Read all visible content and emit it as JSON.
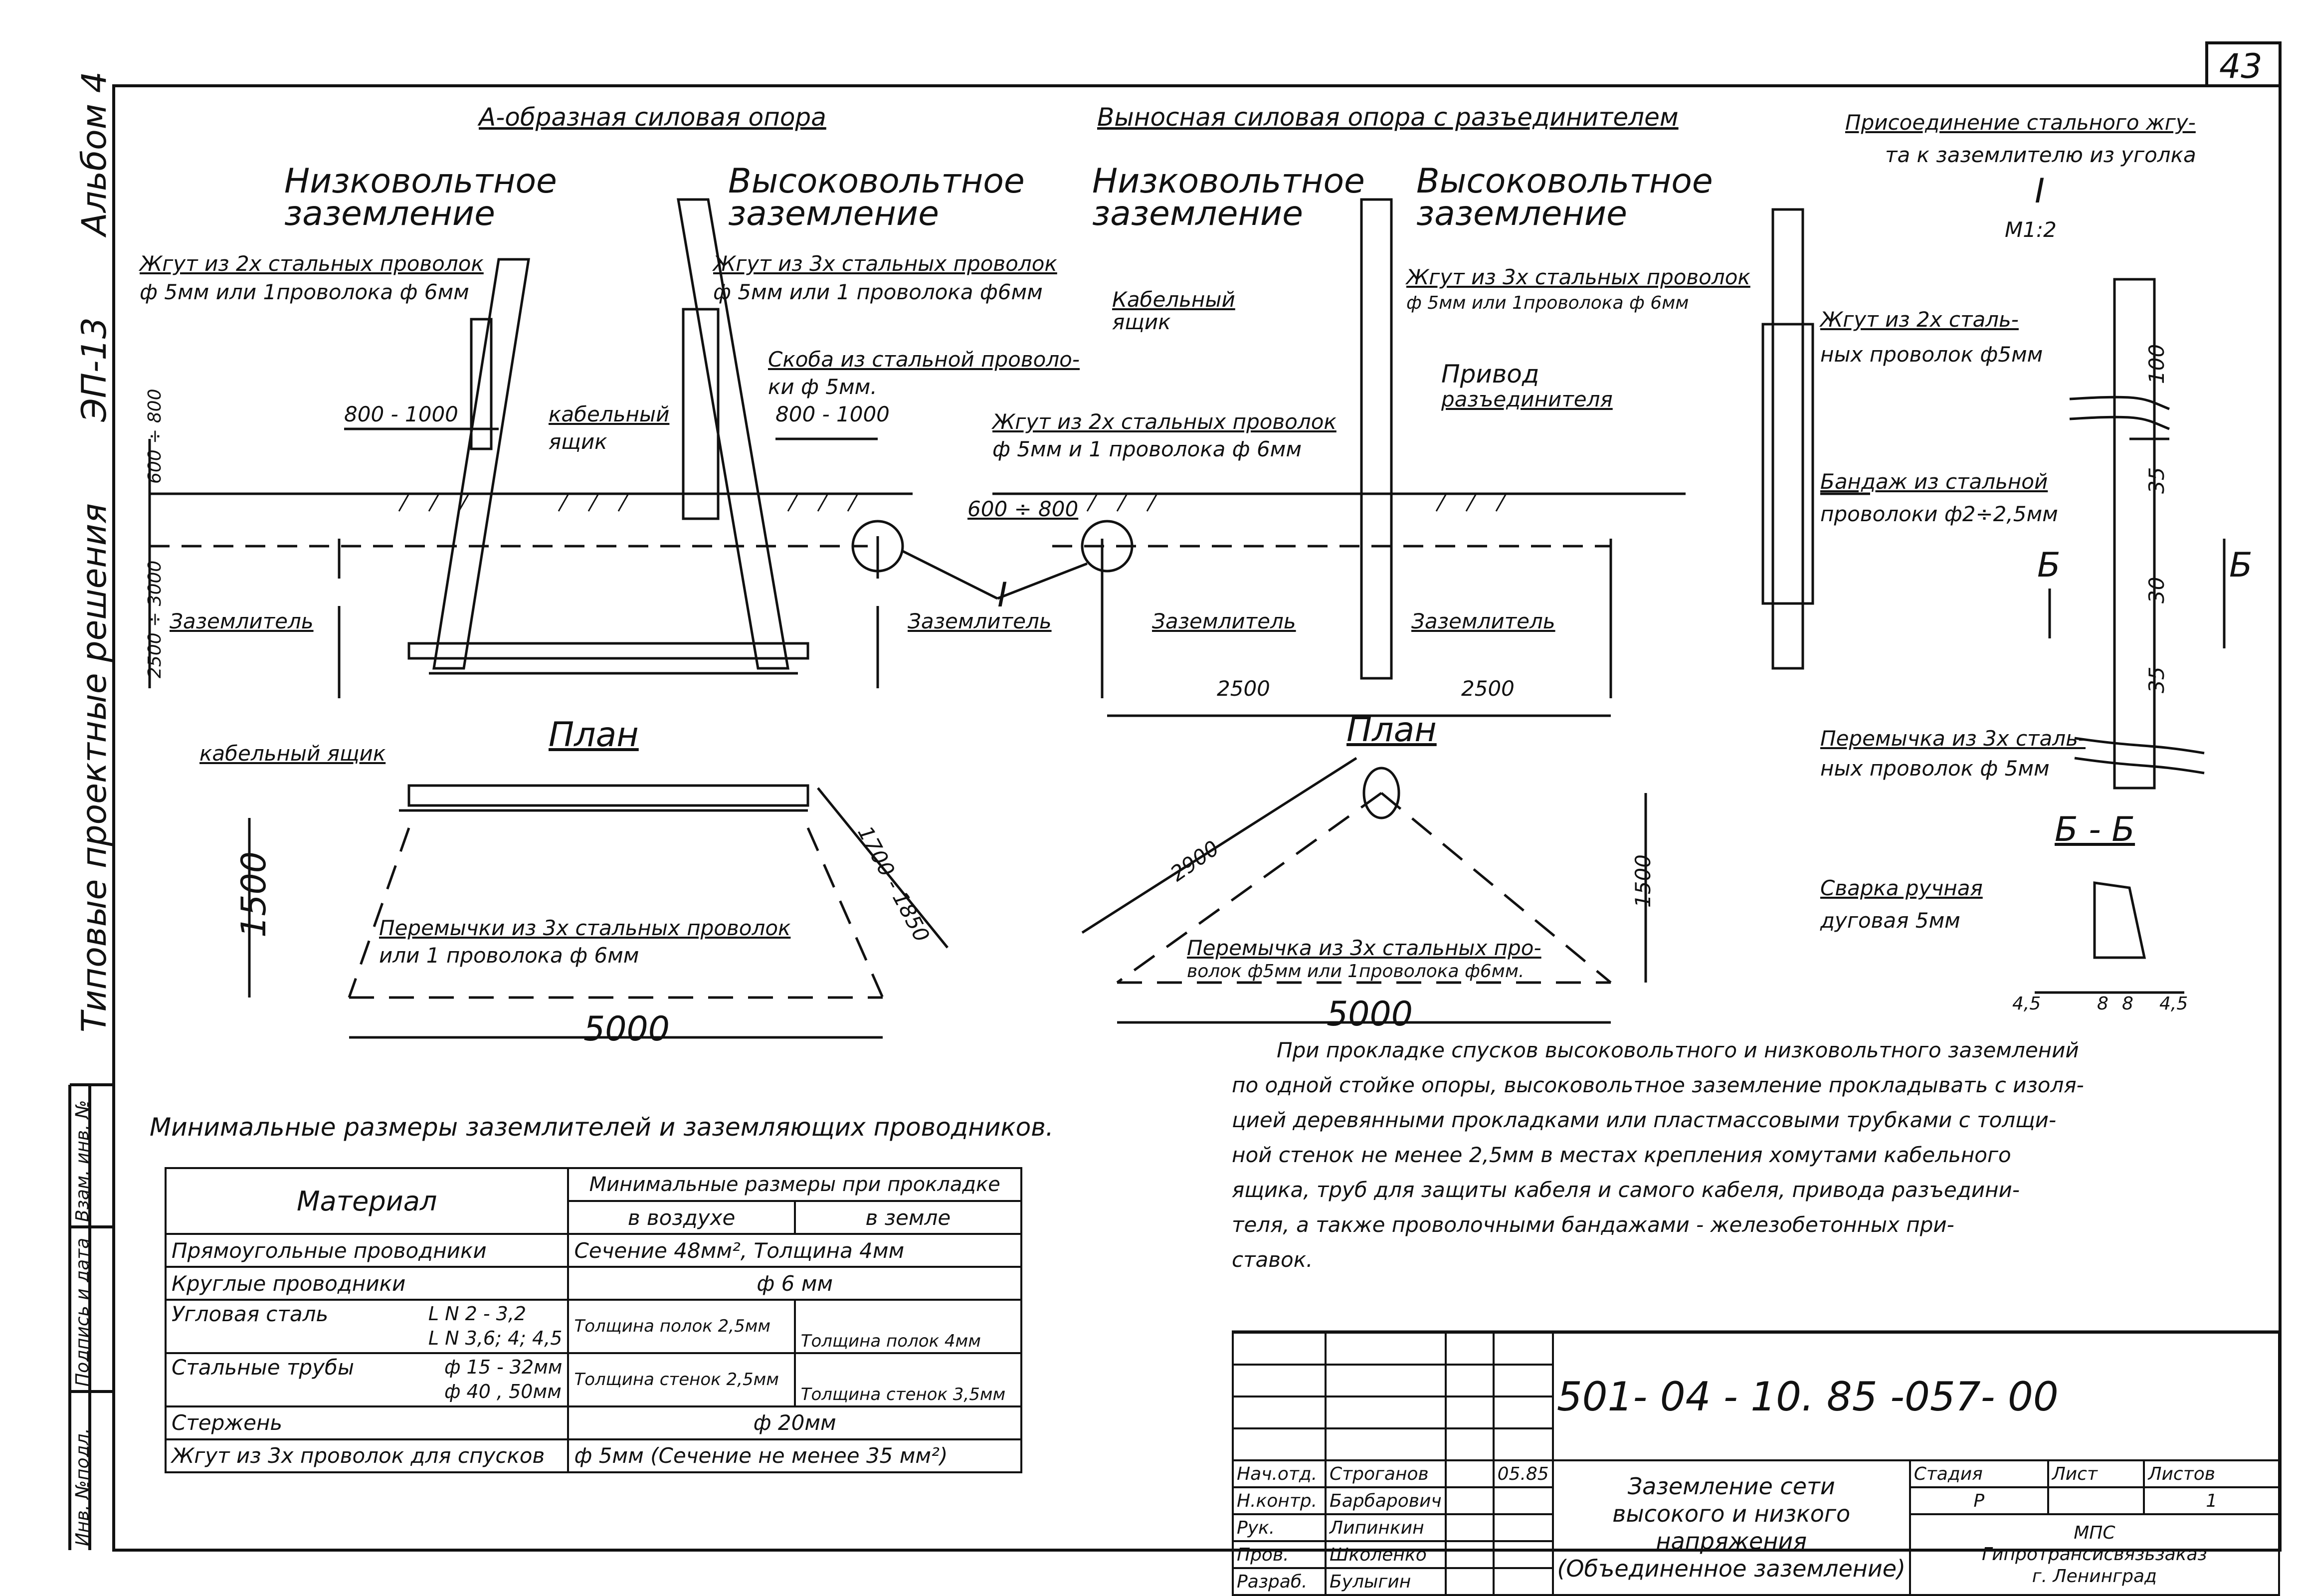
{
  "sheet_number": "43",
  "side_title": {
    "text1": "Типовые проектные решения",
    "text2": "ЭП-13",
    "text3": "Альбом 4"
  },
  "side_stamp": [
    "Инв. №подл.",
    "Подпись и дата",
    "Взам. инв. №"
  ],
  "left_section": {
    "title": "А-образная силовая опора",
    "low_voltage": [
      "Низковольтное",
      "заземление"
    ],
    "high_voltage": [
      "Высоковольтное",
      "заземление"
    ],
    "wire_2": [
      "Жгут из 2х стальных проволок",
      "ф 5мм или 1проволока ф 6мм"
    ],
    "wire_3": [
      "Жгут из 3х стальных проволок",
      "ф 5мм или 1  проволока ф6мм"
    ],
    "clamp": [
      "Скоба из стальной проволо-",
      "ки   ф 5мм."
    ],
    "cable_box": [
      "кабельный",
      "ящик"
    ],
    "dim_800_1000_a": "800 - 1000",
    "dim_800_1000_b": "800 - 1000",
    "dim_600_800": "600 ÷ 800",
    "dim_2500_3000": "2500 ÷ 3000",
    "grounding_left": "Заземлитель",
    "grounding_right": "Заземлитель",
    "plan_title": "План",
    "plan_cable_box": "кабельный ящик",
    "plan_jumpers": [
      "Перемычки из 3х стальных проволок",
      "или  1 проволока  ф  6мм"
    ],
    "plan_dim_1500": "1500",
    "plan_dim_1700_1850": "1700 - 1850",
    "plan_dim_5000": "5000"
  },
  "middle_section": {
    "title": "Выносная  силовая  опора  с разъединителем",
    "low_voltage": [
      "Низковольтное",
      "заземление"
    ],
    "high_voltage": [
      "Высоковольтное",
      "заземление"
    ],
    "cable_box": [
      "Кабельный",
      "ящик"
    ],
    "wire_3": [
      "Жгут из 3х стальных проволок",
      "ф 5мм или 1проволока ф 6мм"
    ],
    "drive": [
      "Привод",
      "разъединителя"
    ],
    "wire_2": [
      "Жгут из 2х стальных проволок",
      "ф 5мм и 1  проволока ф 6мм"
    ],
    "dim_600_800": "600 ÷ 800",
    "node_mark": "I",
    "grounding_left": "Заземлитель",
    "grounding_right": "Заземлитель",
    "dim_2500_a": "2500",
    "dim_2500_b": "2500",
    "plan_title": "План",
    "plan_dim_2900": "2900",
    "plan_dim_1500": "1500",
    "plan_jumper": [
      "Перемычка  из 3х стальных про-",
      "волок ф5мм или 1проволока ф6мм."
    ],
    "plan_dim_5000": "5000"
  },
  "right_section": {
    "title": [
      "Присоединение стального жгу-",
      "та  к заземлителю из уголка"
    ],
    "node": "I",
    "scale": "М1:2",
    "wire_2": [
      "Жгут из 2х сталь-",
      "ных проволок ф5мм"
    ],
    "bandage": [
      "Бандаж из стальной",
      "проволоки ф2÷2,5мм"
    ],
    "jumper": [
      "Перемычка из 3х сталь-",
      "ных проволок ф 5мм"
    ],
    "section": "Б - Б",
    "section_mark": "Б",
    "weld": [
      "Сварка ручная",
      "дуговая      5мм"
    ],
    "dim_100": "100",
    "dim_35_a": "35",
    "dim_30": "30",
    "dim_35_b": "35",
    "dims_bottom": [
      "4,5",
      "8",
      "8",
      "4,5"
    ]
  },
  "note": [
    "При прокладке  спусков высоковольтного и низковольтного заземлений",
    "по одной стойке опоры, высоковольтное заземление прокладывать с изоля-",
    "цией  деревянными прокладками или пластмассовыми трубками с толщи-",
    "ной  стенок  не менее  2,5мм  в местах   крепления  хомутами кабельного",
    "ящика,  труб  для  защиты  кабеля  и  самого кабеля,  привода разъедини-",
    "теля, а также  проволочными  бандажами  - железобетонных   при-",
    "ставок."
  ],
  "min_table": {
    "caption": "Минимальные размеры заземлителей  и  заземляющих  проводников.",
    "head_material": "Материал",
    "head_sizes": "Минимальные размеры при прокладке",
    "head_air": "в воздухе",
    "head_ground": "в земле",
    "rows": [
      {
        "name": "Прямоугольные   проводники",
        "span": "Сечение 48мм², Толщина  4мм"
      },
      {
        "name": "Круглые  проводники",
        "span": "ф  6 мм"
      },
      {
        "name": "Угловая  сталь",
        "sub": [
          "L N 2 - 3,2",
          "L N 3,6; 4; 4,5"
        ],
        "air": "Толщина полок 2,5мм",
        "ground": "Толщина полок 4мм"
      },
      {
        "name": "Стальные трубы",
        "sub": [
          "ф  15 - 32мм",
          "ф 40 , 50мм"
        ],
        "air": "Толщина стенок 2,5мм",
        "ground": "Толщина стенок 3,5мм"
      },
      {
        "name": "Стержень",
        "span": "ф  20мм"
      },
      {
        "name": "Жгут  из 3х проволок  для  спусков",
        "span": "ф 5мм  (Сечение  не менее  35 мм²)"
      }
    ]
  },
  "stamp": {
    "code": "501- 04 - 10. 85 -057- 00",
    "title": [
      "Заземление   сети",
      "высокого  и  низкого",
      "напряжения",
      "(Объединенное заземление)"
    ],
    "roles": [
      "Нач.отд.",
      "Н.контр.",
      "Рук.",
      "Пров.",
      "Разраб."
    ],
    "names": [
      "Строганов",
      "Барбарович",
      "Липинкин",
      "Школенко",
      "Булыгин"
    ],
    "date": "05.85",
    "stage_head": "Стадия",
    "sheet_head": "Лист",
    "sheets_head": "Листов",
    "stage": "Р",
    "sheets": "1",
    "org": [
      "МПС",
      "Гипротрансисвязьзаказ",
      "г. Ленинград"
    ]
  }
}
